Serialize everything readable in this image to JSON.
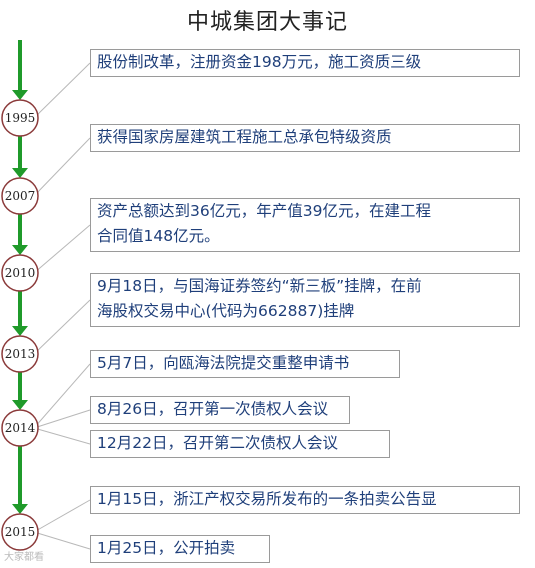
{
  "title": "中城集团大事记",
  "colors": {
    "arrow": "#1f9a2a",
    "circle_stroke": "#8b3a3a",
    "connector": "#b8b8b8",
    "text": "#1f3f7a"
  },
  "years": [
    "1995",
    "2007",
    "2010",
    "2013",
    "2014",
    "2015"
  ],
  "events": [
    {
      "lines": [
        "股份制改革，注册资金198万元，施工资质三级"
      ]
    },
    {
      "lines": [
        "获得国家房屋建筑工程施工总承包特级资质"
      ]
    },
    {
      "lines": [
        "资产总额达到36亿元，年产值39亿元，在建工程",
        "合同值148亿元。"
      ]
    },
    {
      "lines": [
        "9月18日，与国海证券签约“新三板”挂牌，在前",
        "海股权交易中心(代码为662887)挂牌"
      ]
    },
    {
      "lines": [
        "5月7日，向瓯海法院提交重整申请书"
      ]
    },
    {
      "lines": [
        "8月26日，召开第一次债权人会议"
      ]
    },
    {
      "lines": [
        "12月22日，召开第二次债权人会议"
      ]
    },
    {
      "lines": [
        "1月15日，浙江产权交易所发布的一条拍卖公告显"
      ]
    },
    {
      "lines": [
        "1月25日，公开拍卖"
      ]
    }
  ],
  "watermark": "大家都看"
}
